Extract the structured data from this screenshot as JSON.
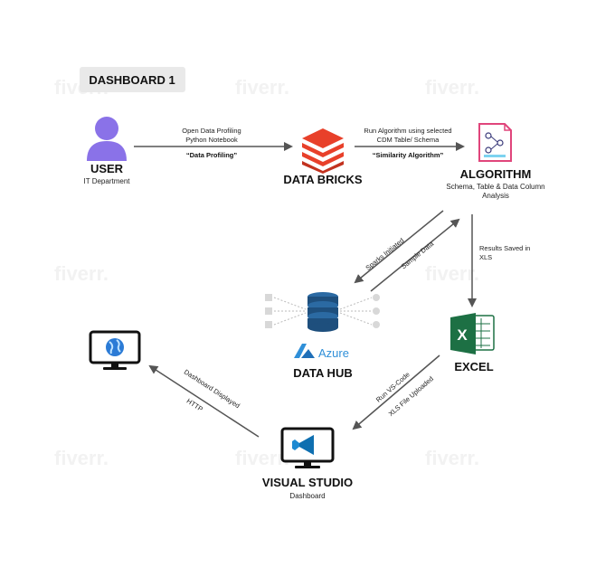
{
  "header": {
    "title": "DASHBOARD 1"
  },
  "nodes": {
    "user": {
      "title": "USER",
      "subtitle": "IT Department"
    },
    "databricks": {
      "title": "DATA BRICKS"
    },
    "algorithm": {
      "title": "ALGORITHM",
      "subtitle_line1": "Schema, Table & Data Column",
      "subtitle_line2": "Analysis"
    },
    "datahub": {
      "title": "DATA HUB",
      "logo_text": "Azure"
    },
    "excel": {
      "title": "EXCEL",
      "logo_letter": "X"
    },
    "visualstudio": {
      "title": "VISUAL STUDIO",
      "subtitle": "Dashboard"
    },
    "monitor": {
      "title": ""
    }
  },
  "edges": {
    "user_to_databricks": {
      "line1": "Open Data Profiling",
      "line2": "Python Notebook",
      "quote": "“Data Profiling”"
    },
    "databricks_to_algorithm": {
      "line1": "Run Algorithm using selected",
      "line2": "CDM Table/ Schema",
      "quote": "“Similarity Algorithm”"
    },
    "algorithm_to_datahub": {
      "label": "Sparks Initiated"
    },
    "datahub_to_algorithm": {
      "label": "Sample Data"
    },
    "algorithm_to_excel": {
      "line1": "Results Saved in",
      "line2": "XLS"
    },
    "excel_to_vs": {
      "line1": "Run VS-Code",
      "line2": "XLS File Uploaded"
    },
    "vs_to_monitor": {
      "line1": "Dashboard Displayed",
      "line2": "HTTP"
    }
  },
  "watermark": {
    "text": "fiverr."
  },
  "colors": {
    "user_icon": "#8a72e8",
    "databricks": "#e8402a",
    "algorithm_icon": "#e0457b",
    "azure": "#2f8fd8",
    "datahub_db": "#1e4f7d",
    "excel": "#1d7044",
    "vscode": "#1f8ad2",
    "monitor_globe": "#2b7bd6",
    "arrow": "#555555"
  }
}
